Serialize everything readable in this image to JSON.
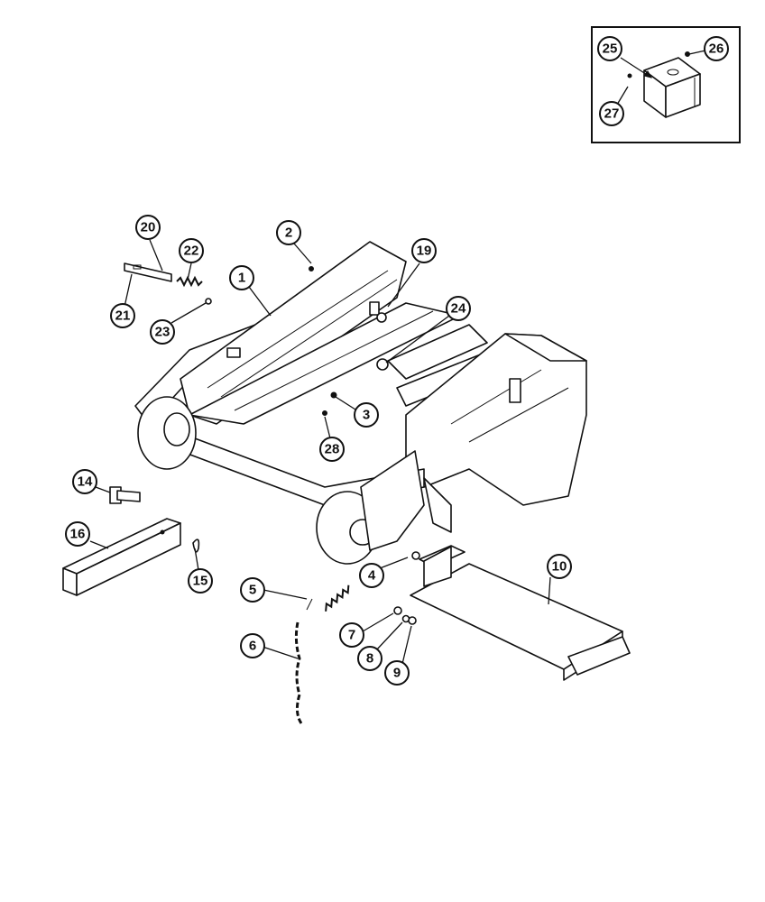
{
  "callouts": [
    {
      "id": "c1",
      "label": "1"
    },
    {
      "id": "c2",
      "label": "2"
    },
    {
      "id": "c3",
      "label": "3"
    },
    {
      "id": "c4",
      "label": "4"
    },
    {
      "id": "c5",
      "label": "5"
    },
    {
      "id": "c6",
      "label": "6"
    },
    {
      "id": "c7",
      "label": "7"
    },
    {
      "id": "c8",
      "label": "8"
    },
    {
      "id": "c9",
      "label": "9"
    },
    {
      "id": "c10",
      "label": "10"
    },
    {
      "id": "c14",
      "label": "14"
    },
    {
      "id": "c15",
      "label": "15"
    },
    {
      "id": "c16",
      "label": "16"
    },
    {
      "id": "c19",
      "label": "19"
    },
    {
      "id": "c20",
      "label": "20"
    },
    {
      "id": "c21",
      "label": "21"
    },
    {
      "id": "c22",
      "label": "22"
    },
    {
      "id": "c23",
      "label": "23"
    },
    {
      "id": "c24",
      "label": "24"
    },
    {
      "id": "c25",
      "label": "25"
    },
    {
      "id": "c26",
      "label": "26"
    },
    {
      "id": "c27",
      "label": "27"
    },
    {
      "id": "c28",
      "label": "28"
    }
  ]
}
